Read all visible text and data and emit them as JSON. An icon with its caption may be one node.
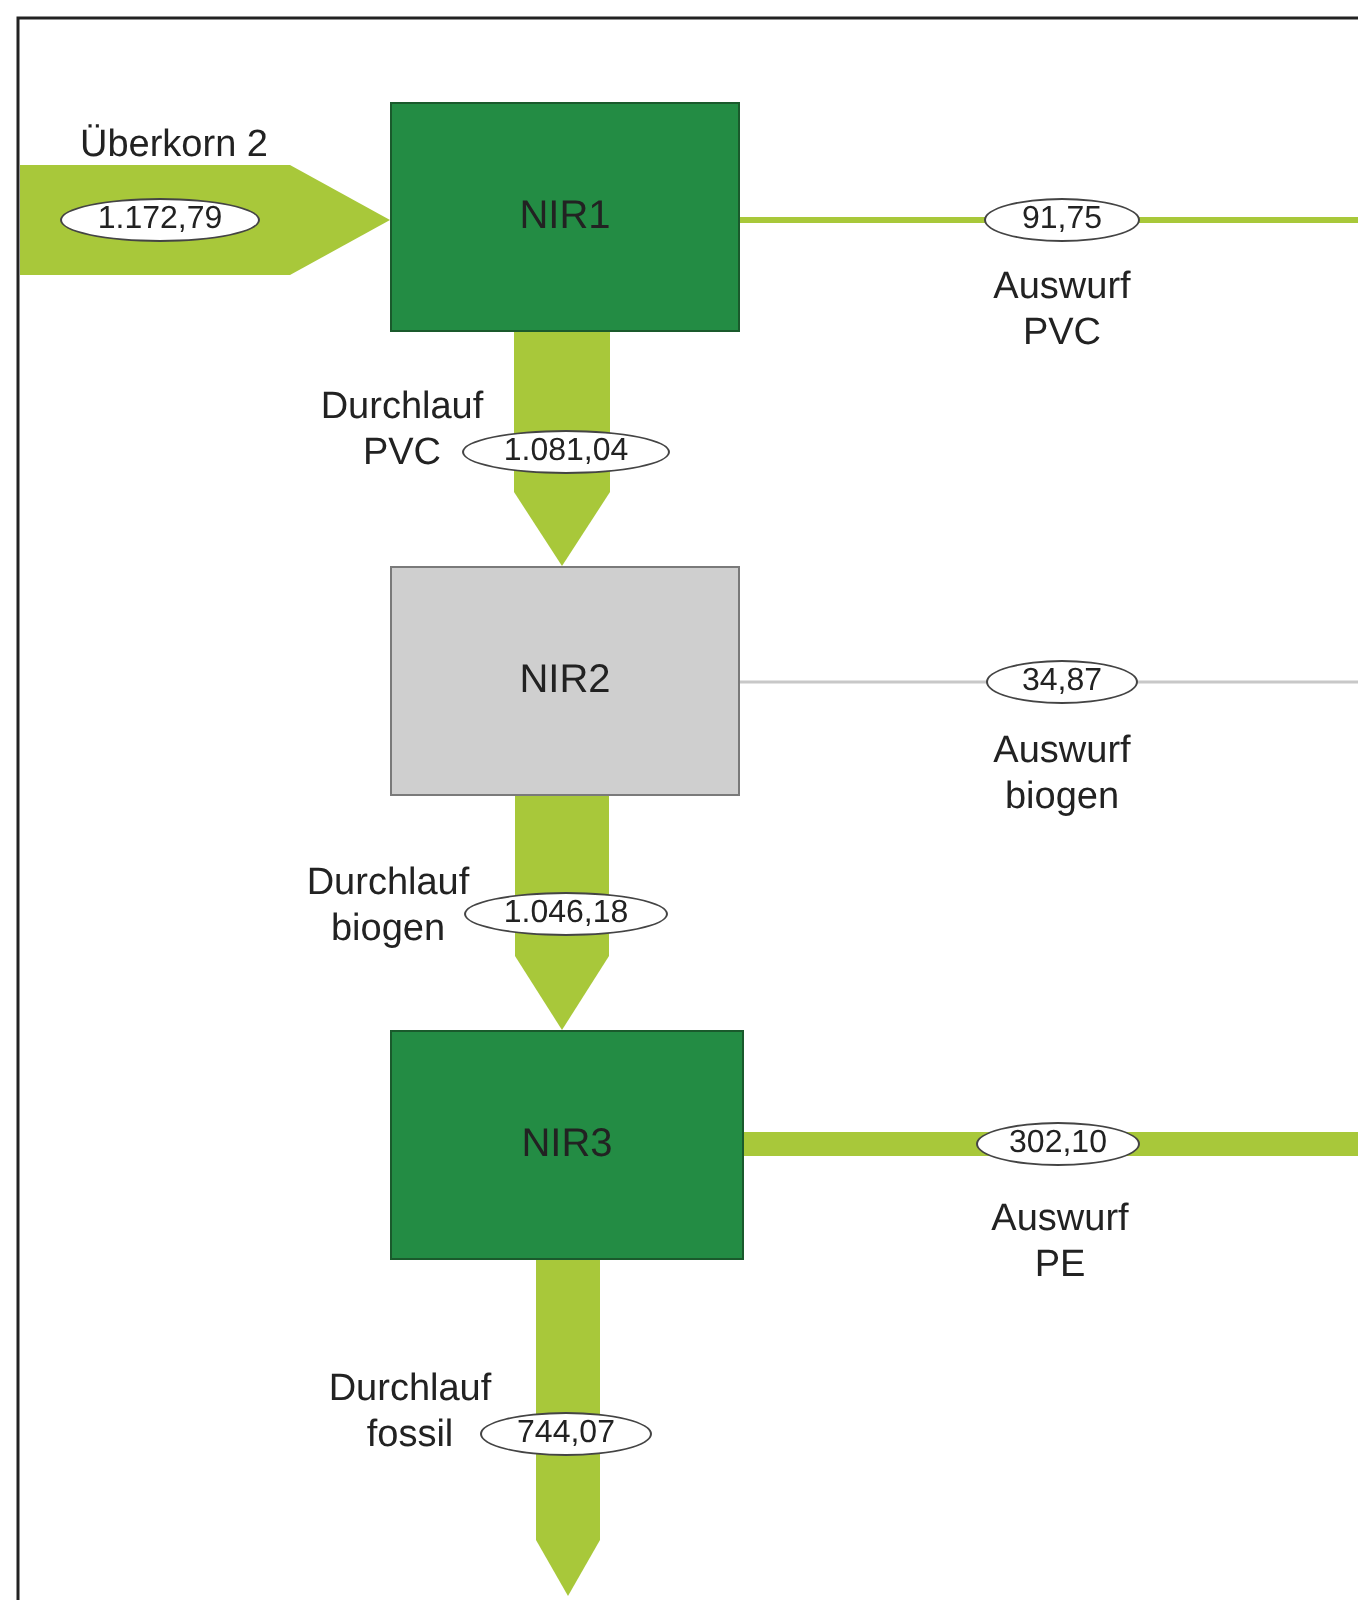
{
  "diagram": {
    "nodes": [
      {
        "text": [
          "NIR1"
        ]
      },
      {
        "text": [
          "NIR2"
        ]
      },
      {
        "text": [
          "NIR3"
        ]
      }
    ],
    "edges": [
      {
        "from": null,
        "to": 0,
        "arrow": "to",
        "label": "1.172,79"
      },
      {
        "from": 0,
        "to": 1,
        "arrow": "to",
        "label": "1.081,04"
      },
      {
        "from": 0,
        "to": null,
        "arrow": "none",
        "label": "91,75"
      },
      {
        "from": 1,
        "to": 2,
        "arrow": "to",
        "label": "1.046,18"
      },
      {
        "from": 1,
        "to": null,
        "arrow": "none",
        "label": "34,87",
        "color": "#c8c8c8"
      },
      {
        "from": 2,
        "to": null,
        "arrow": "none",
        "label": "302,10"
      },
      {
        "from": 2,
        "to": null,
        "arrow": "to",
        "label": "744,07"
      }
    ],
    "labels": [
      "Überkorn 2",
      "Auswurf PVC",
      "Durchlauf PVC",
      "Auswurf biogen",
      "Durchlauf biogen",
      "Auswurf PE",
      "Durchlauf fossil"
    ]
  }
}
